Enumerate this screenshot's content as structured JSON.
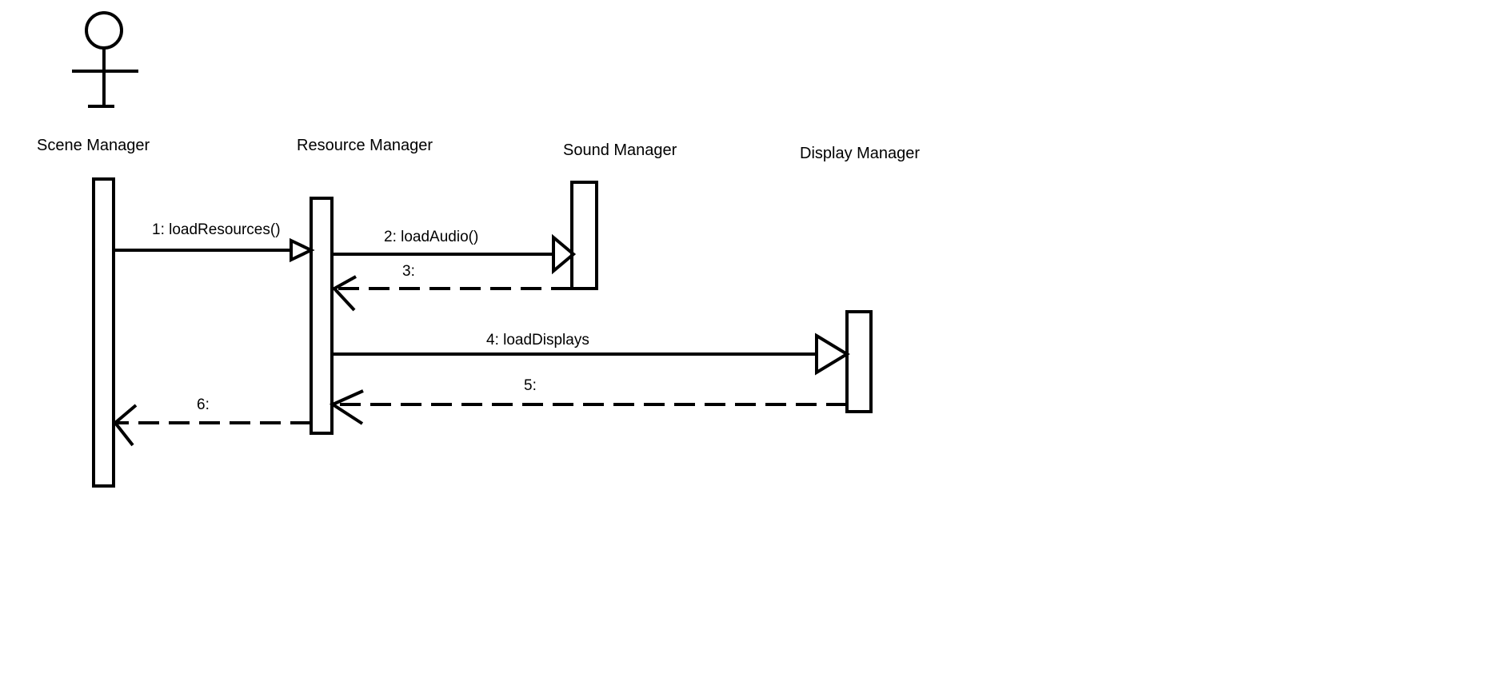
{
  "participants": [
    {
      "id": "scene",
      "label": "Scene Manager",
      "is_actor": true
    },
    {
      "id": "resource",
      "label": "Resource Manager",
      "is_actor": false
    },
    {
      "id": "sound",
      "label": "Sound Manager",
      "is_actor": false
    },
    {
      "id": "display",
      "label": "Display Manager",
      "is_actor": false
    }
  ],
  "messages": [
    {
      "seq": 1,
      "label": "1: loadResources()",
      "from": "scene",
      "to": "resource",
      "kind": "call"
    },
    {
      "seq": 2,
      "label": "2: loadAudio()",
      "from": "resource",
      "to": "sound",
      "kind": "call"
    },
    {
      "seq": 3,
      "label": "3:",
      "from": "sound",
      "to": "resource",
      "kind": "return"
    },
    {
      "seq": 4,
      "label": "4: loadDisplays",
      "from": "resource",
      "to": "display",
      "kind": "call"
    },
    {
      "seq": 5,
      "label": "5:",
      "from": "display",
      "to": "resource",
      "kind": "return"
    },
    {
      "seq": 6,
      "label": "6:",
      "from": "resource",
      "to": "scene",
      "kind": "return"
    }
  ],
  "colors": {
    "stroke": "#000000",
    "background": "#ffffff"
  }
}
